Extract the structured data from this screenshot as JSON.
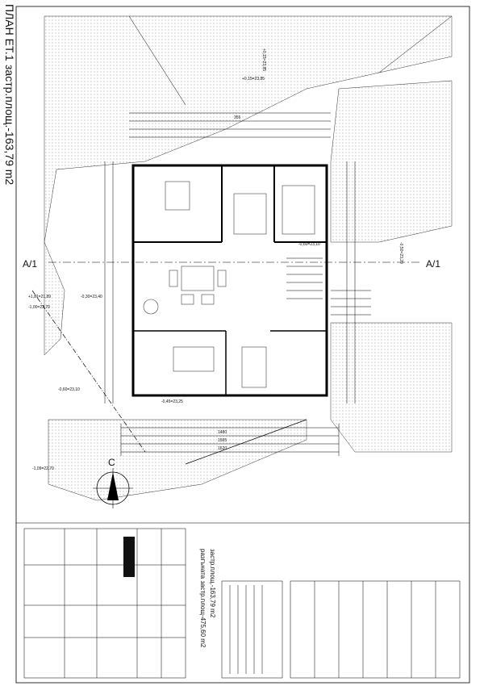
{
  "title_block": {
    "sheet_title": "ПЛАН ЕТ.1",
    "built_area": "застр.площ.-163,79 m2",
    "area_summary": "застр.площ.-163,79 m2",
    "gross_area": "разгъната застр.площ-475,60 m2"
  },
  "section_marks": {
    "left": "A/1",
    "right": "A/1"
  },
  "north_label": "C",
  "levels": [
    "+0,15=23,85",
    "+0,15=23,85",
    "-0,50=23,20",
    "-0,60=23,10",
    "-0,30=23,40",
    "-1,00=22,70",
    "+1,81=21,89",
    "-0,45=23,25",
    "-0,60=23,10",
    "-1,09=22,70"
  ],
  "dims": [
    "1480",
    "1505",
    "1620",
    "355"
  ]
}
